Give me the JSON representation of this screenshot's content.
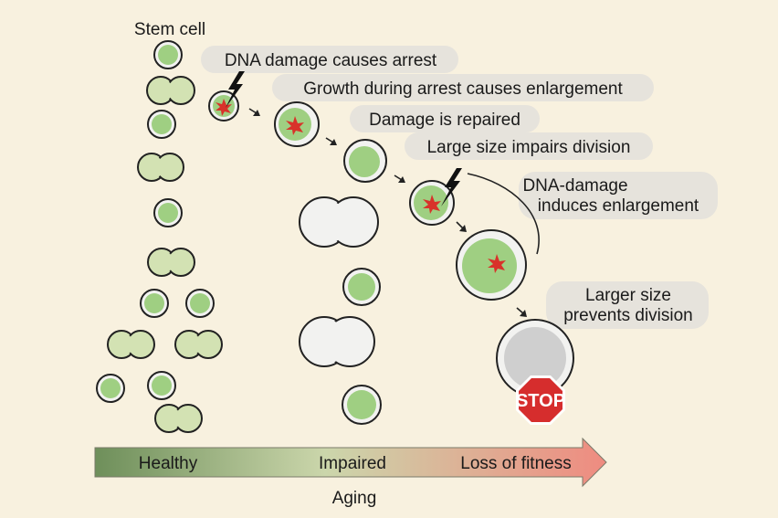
{
  "labels": {
    "stem_cell": "Stem cell",
    "dna_damage_arrest": "DNA damage causes arrest",
    "growth_enlargement": "Growth during arrest causes enlargement",
    "damage_repaired": "Damage is repaired",
    "large_size_impairs": "Large size impairs division",
    "dna_damage_induces_line1": "DNA-damage",
    "dna_damage_induces_line2": "induces enlargement",
    "larger_size_line1": "Larger size",
    "larger_size_line2": "prevents division",
    "stop_sign": "STOP"
  },
  "aging_axis": {
    "healthy": "Healthy",
    "impaired": "Impaired",
    "loss_of_fitness": "Loss of fitness",
    "title": "Aging"
  },
  "colors": {
    "background": "#f8f1df",
    "cell_green": "#9fcf82",
    "cell_pale_green": "#d3e2b3",
    "cell_white": "#f2f2f0",
    "cell_grey": "#cfcfcf",
    "damage_red": "#d8322a",
    "stop_red": "#d62d2d",
    "label_bubble": "#e6e3dc",
    "arrow_start": "#6e8f5a",
    "arrow_mid": "#cbd6ab",
    "arrow_end": "#ef8b80"
  }
}
